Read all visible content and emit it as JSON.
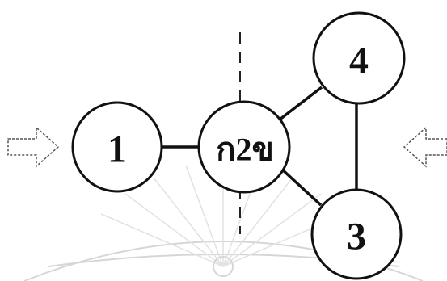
{
  "diagram": {
    "nodes": [
      {
        "id": "1",
        "label": "1"
      },
      {
        "id": "center",
        "label": "ก2ข"
      },
      {
        "id": "4",
        "label": "4"
      },
      {
        "id": "3",
        "label": "3"
      }
    ],
    "edges": [
      {
        "from": "1",
        "to": "center"
      },
      {
        "from": "center",
        "to": "4"
      },
      {
        "from": "center",
        "to": "3"
      },
      {
        "from": "4",
        "to": "3"
      }
    ],
    "arrows": [
      {
        "direction": "right",
        "style": "dashed-outline"
      },
      {
        "direction": "left",
        "style": "dashed-outline"
      }
    ],
    "divider": {
      "style": "dashed-vertical"
    },
    "colors": {
      "stroke": "#111111",
      "background": "#ffffff",
      "watermark": "#d6d6d6"
    }
  }
}
